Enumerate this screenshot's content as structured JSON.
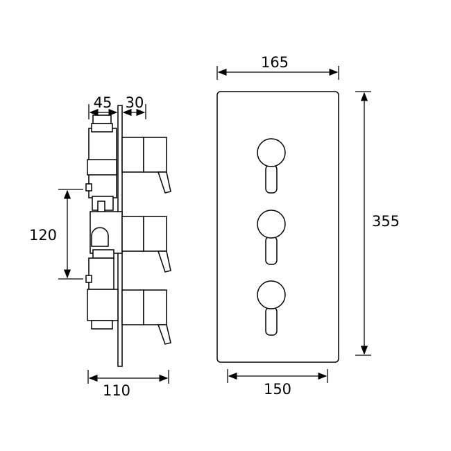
{
  "dimensions": {
    "side_depth_rear": "45",
    "side_depth_front": "30",
    "side_total_depth": "110",
    "control_spacing": "120",
    "plate_width": "165",
    "plate_height": "355",
    "fixing_width": "150"
  },
  "colors": {
    "line": "#000000",
    "background": "#ffffff"
  }
}
